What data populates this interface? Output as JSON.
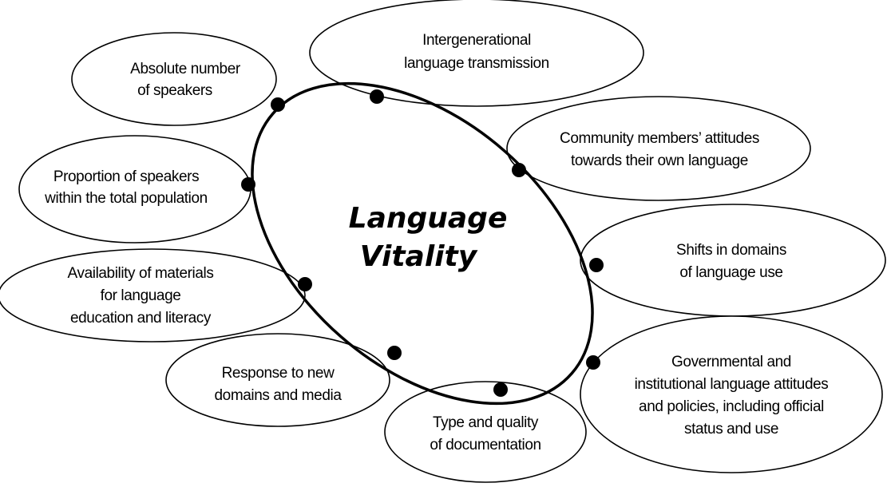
{
  "diagram": {
    "title_lines": [
      "Language",
      "Vitality"
    ],
    "factors": [
      {
        "id": "absolute-number",
        "lines": [
          "Absolute number",
          "of speakers"
        ]
      },
      {
        "id": "intergenerational-transmission",
        "lines": [
          "Intergenerational",
          "language transmission"
        ]
      },
      {
        "id": "community-attitudes",
        "lines": [
          "Community members’ attitudes",
          "towards their own language"
        ]
      },
      {
        "id": "proportion-speakers",
        "lines": [
          "Proportion of speakers",
          "within the total population"
        ]
      },
      {
        "id": "shifts-domains",
        "lines": [
          "Shifts in domains",
          "of language use"
        ]
      },
      {
        "id": "availability-materials",
        "lines": [
          "Availability of materials",
          "for language",
          "education and literacy"
        ]
      },
      {
        "id": "governmental-policies",
        "lines": [
          "Governmental and",
          "institutional language attitudes",
          "and policies, including official",
          "status and use"
        ]
      },
      {
        "id": "response-new-domains",
        "lines": [
          "Response to new",
          "domains and media"
        ]
      },
      {
        "id": "documentation",
        "lines": [
          "Type and quality",
          "of documentation"
        ]
      }
    ]
  }
}
